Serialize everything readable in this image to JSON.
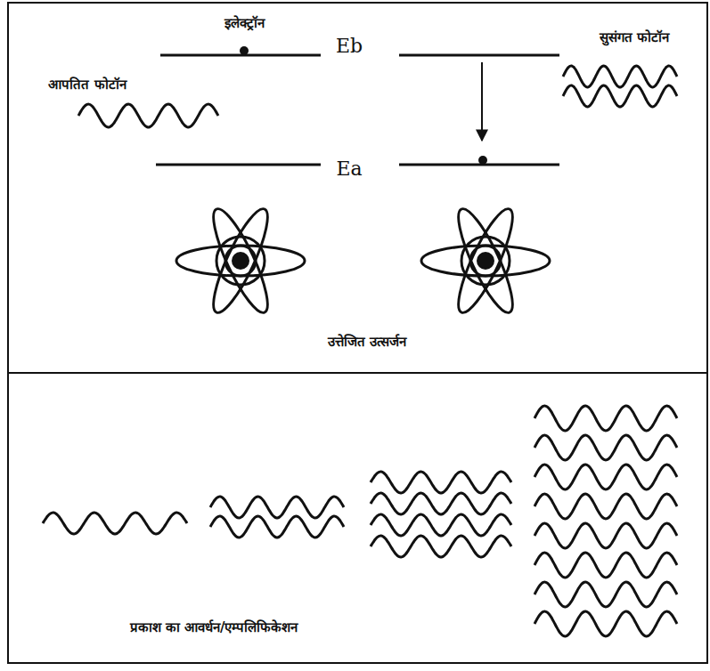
{
  "diagram": {
    "nodes": [
      {
        "text": [
          "उत्तेजित उत्सर्जन"
        ]
      },
      {
        "text": [
          "प्रकाश का आवर्धन/एम्पलिफिकेशन"
        ]
      }
    ],
    "labels": [
      "इलेक्ट्रॉन",
      "Eb",
      "आपतित फोटॉन",
      "सुसंगत फोटॉन",
      "Ea"
    ]
  }
}
